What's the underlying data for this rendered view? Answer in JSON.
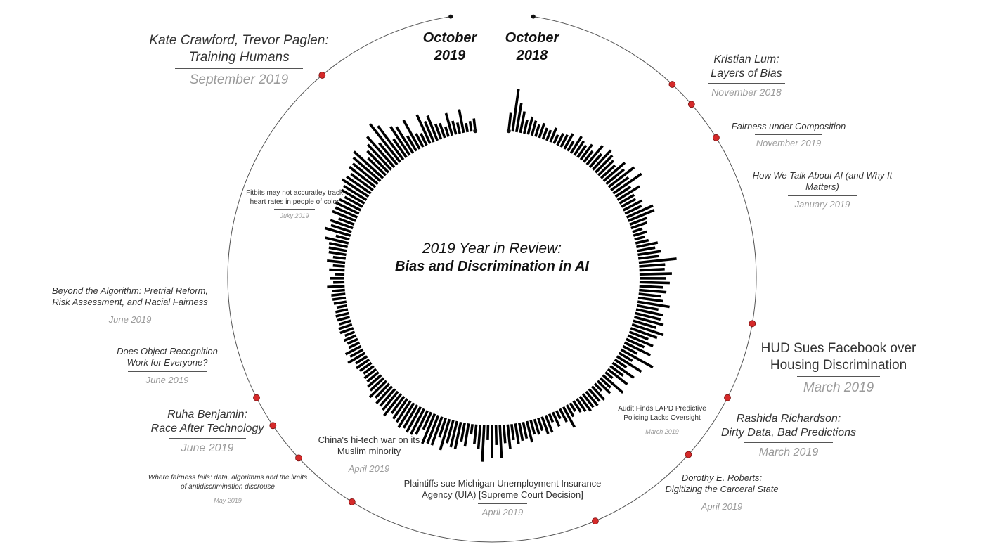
{
  "title": {
    "line1": "2019 Year in Review:",
    "line2": "Bias and Discrimination in AI"
  },
  "start_label": "October\n2018",
  "end_label": "October\n2019",
  "colors": {
    "bars": "#000000",
    "ring": "#555555",
    "marker": "#d52a2a",
    "date": "#9a9a9a"
  },
  "chart_data": {
    "type": "bar",
    "layout": "radial",
    "direction": "clockwise",
    "start": "October 2018",
    "end": "October 2019",
    "values": [
      26,
      61,
      42,
      31,
      20,
      26,
      22,
      18,
      22,
      17,
      16,
      22,
      14,
      19,
      20,
      25,
      16,
      28,
      24,
      21,
      27,
      20,
      35,
      25,
      38,
      34,
      30,
      27,
      40,
      33,
      46,
      31,
      49,
      26,
      37,
      24,
      23,
      30,
      26,
      41,
      40,
      26,
      24,
      15,
      20,
      15,
      19,
      31,
      26,
      33,
      30,
      54,
      37,
      36,
      46,
      38,
      43,
      34,
      39,
      32,
      36,
      46,
      31,
      39,
      37,
      43,
      34,
      47,
      40,
      29,
      39,
      28,
      41,
      23,
      52,
      22,
      41,
      20,
      37,
      23,
      35,
      13,
      38,
      20,
      25,
      14,
      26,
      23,
      26,
      24,
      26,
      22,
      19,
      14,
      19,
      33,
      21,
      13,
      22,
      13,
      26,
      26,
      19,
      23,
      21,
      31,
      24,
      26,
      29,
      23,
      35,
      26,
      47,
      28,
      46,
      21,
      52,
      34,
      28,
      15,
      33,
      27,
      39,
      38,
      34,
      46,
      29,
      43,
      43,
      46,
      27,
      38,
      41,
      41,
      38,
      41,
      36,
      35,
      30,
      39,
      34,
      32,
      33,
      28,
      33,
      26,
      25,
      21,
      21,
      18,
      20,
      22,
      19,
      28,
      21,
      25,
      17,
      16,
      19,
      15,
      20,
      20,
      17,
      18,
      19,
      18,
      15,
      18,
      19,
      20,
      18,
      25,
      16,
      20,
      14,
      22,
      17,
      26,
      18,
      25,
      26,
      27,
      34,
      20,
      38,
      31,
      34,
      24,
      36,
      34,
      37,
      34,
      29,
      38,
      38,
      45,
      42,
      39,
      47,
      46,
      51,
      56,
      35,
      43,
      49,
      58,
      40,
      69,
      60,
      32,
      49,
      44,
      25,
      47,
      22,
      19,
      45,
      32,
      38,
      23,
      22,
      15,
      33,
      20,
      16,
      34,
      13,
      15,
      18
    ]
  },
  "events": [
    {
      "title": "Kristian Lum:\nLayers of Bias",
      "date": "November 2018"
    },
    {
      "title": "Fairness under Composition",
      "date": "November 2019"
    },
    {
      "title": "How We Talk About AI (and Why It\nMatters)",
      "date": "January 2019"
    },
    {
      "title": "HUD Sues Facebook over\nHousing Discrimination",
      "date": "March 2019"
    },
    {
      "title": "Rashida Richardson:\nDirty Data, Bad Predictions",
      "date": "March 2019"
    },
    {
      "title": "Dorothy E. Roberts:\nDigitizing the Carceral State",
      "date": "April 2019"
    },
    {
      "title": "Where fairness fails: data, algorithms and the limits\nof antidiscrimination discrouse",
      "date": "May 2019"
    },
    {
      "title": "Ruha Benjamin:\nRace After Technology",
      "date": "June 2019"
    },
    {
      "title": "Does Object Recognition\nWork for Everyone?",
      "date": "June 2019"
    },
    {
      "title": "Beyond the Algorithm: Pretrial Reform,\nRisk Assessment, and Racial Fairness",
      "date": "June 2019"
    },
    {
      "title": "Kate Crawford, Trevor Paglen:\nTraining Humans",
      "date": "September 2019"
    }
  ],
  "inner_events": [
    {
      "title": "Audit Finds LAPD Predictive\nPolicing Lacks Oversight",
      "date": "March 2019"
    },
    {
      "title": "Plaintiffs sue Michigan Unemployment Insurance\nAgency (UIA) [Supreme Court Decision]",
      "date": "April 2019"
    },
    {
      "title": "China's hi-tech war on its\nMuslim minority",
      "date": "April 2019"
    },
    {
      "title": "Fitbits may not accuratley track\nheart rates in people of color",
      "date": "Juky 2019"
    }
  ]
}
